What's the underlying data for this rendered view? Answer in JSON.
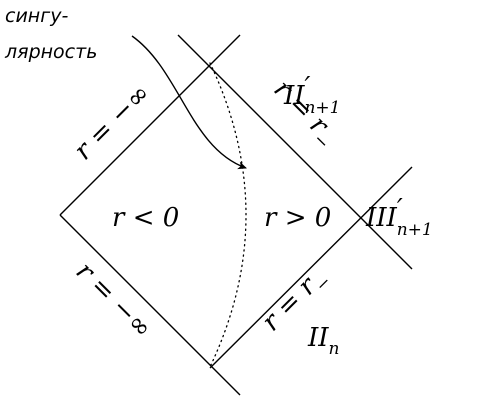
{
  "caption": {
    "line1": "сингу-",
    "line2": "лярность"
  },
  "regions": {
    "left": "r < 0",
    "right": "r > 0"
  },
  "edges": {
    "top_left": "r = −∞",
    "bottom_left": "r = −∞",
    "top_right": "r = r",
    "top_right_sub": "−",
    "bottom_right": "r = r",
    "bottom_right_sub": "−"
  },
  "labels": {
    "upper": {
      "main": "II",
      "prime": "′",
      "sub": "n+1"
    },
    "right": {
      "main": "III",
      "prime": "′",
      "sub": "n+1"
    },
    "lower": {
      "main": "II",
      "sub": "n"
    }
  }
}
